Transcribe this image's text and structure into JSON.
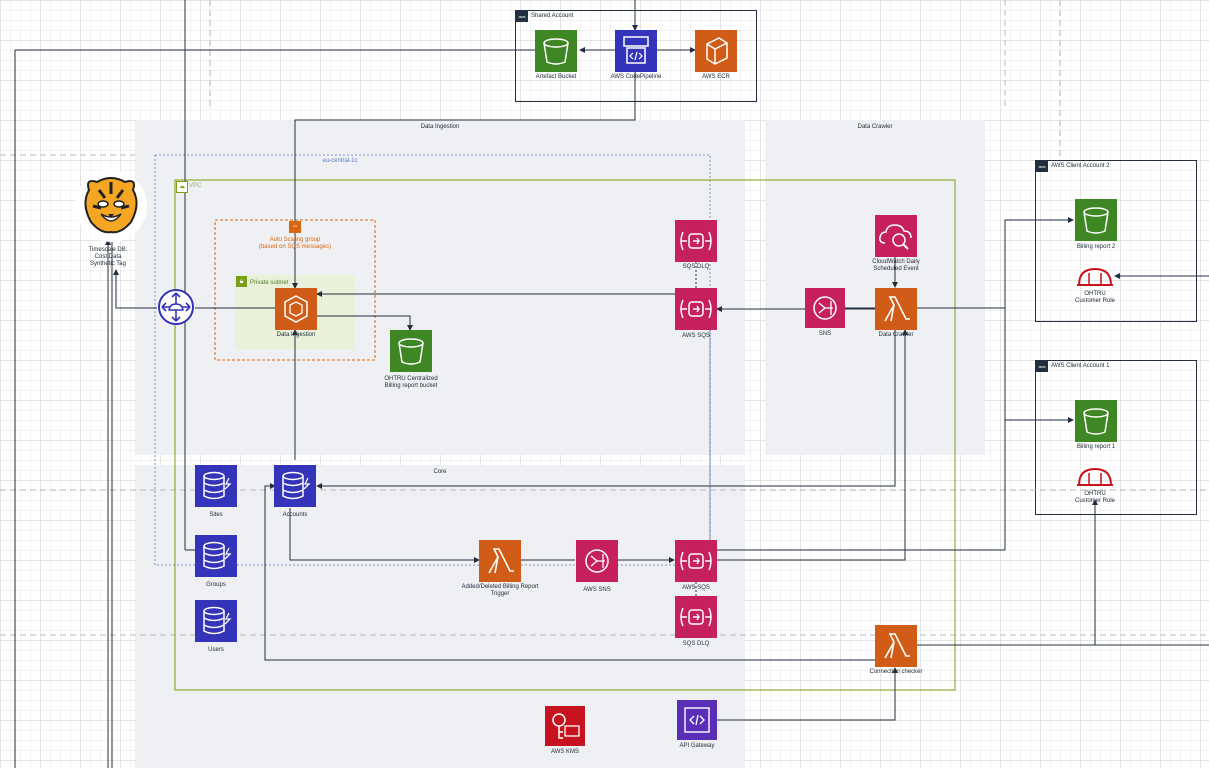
{
  "groups": {
    "shared_account": "Shared Account",
    "data_ingestion": "Data Ingestion",
    "data_crawler": "Data Crawler",
    "core": "Core",
    "az": "eu-central-1c",
    "vpc": "VPC",
    "asg": "Auto Scaling group\n(based on SQS messages)",
    "private_subnet": "Private subnet",
    "client2": "AWS Client Account 2",
    "client1": "AWS Client Account 1",
    "aws_tag": "aws"
  },
  "nodes": {
    "artefact_bucket": "Artefact Bucket",
    "codepipeline": "AWS CodePipeline",
    "ecr": "AWS ECR",
    "timescale": "Timescale DB:\nCost Data\nSynthetic Tag",
    "sqs_dlq_top": "SQS DLQ",
    "sqs_top": "AWS SQS",
    "data_ingestion": "Data Ingestion",
    "centralized_bucket": "OHTRU Centralized\nBilling report bucket",
    "cloudwatch": "CloudWatch Daily\nScheduled Event",
    "sns": "SNS",
    "data_crawler": "Data Crawler",
    "billing_report_2": "Billing report 2",
    "role_2": "OHTRU\nCustomer Role",
    "billing_report_1": "Billing report 1",
    "role_1": "OHTRU\nCustomer Role",
    "sites": "Sites",
    "accounts": "Accounts",
    "groups_db": "Groups",
    "users": "Users",
    "trigger_lambda": "Added/Deleted Billing Report\nTrigger",
    "aws_sns": "AWS SNS",
    "sqs_core": "AWS SQS",
    "sqs_dlq_core": "SQS DLQ",
    "connection_checker": "Connection checker",
    "kms": "AWS KMS",
    "api_gateway": "API Gateway"
  },
  "colors": {
    "s3": "#3f8624",
    "compute": "#d05c17",
    "integration": "#c7215d",
    "database": "#3334b9",
    "security": "#c7131f",
    "devtools": "#3334b9",
    "vpc_green": "#7aa116",
    "asg_orange": "#d86613",
    "region_gray": "#eff0f3"
  }
}
